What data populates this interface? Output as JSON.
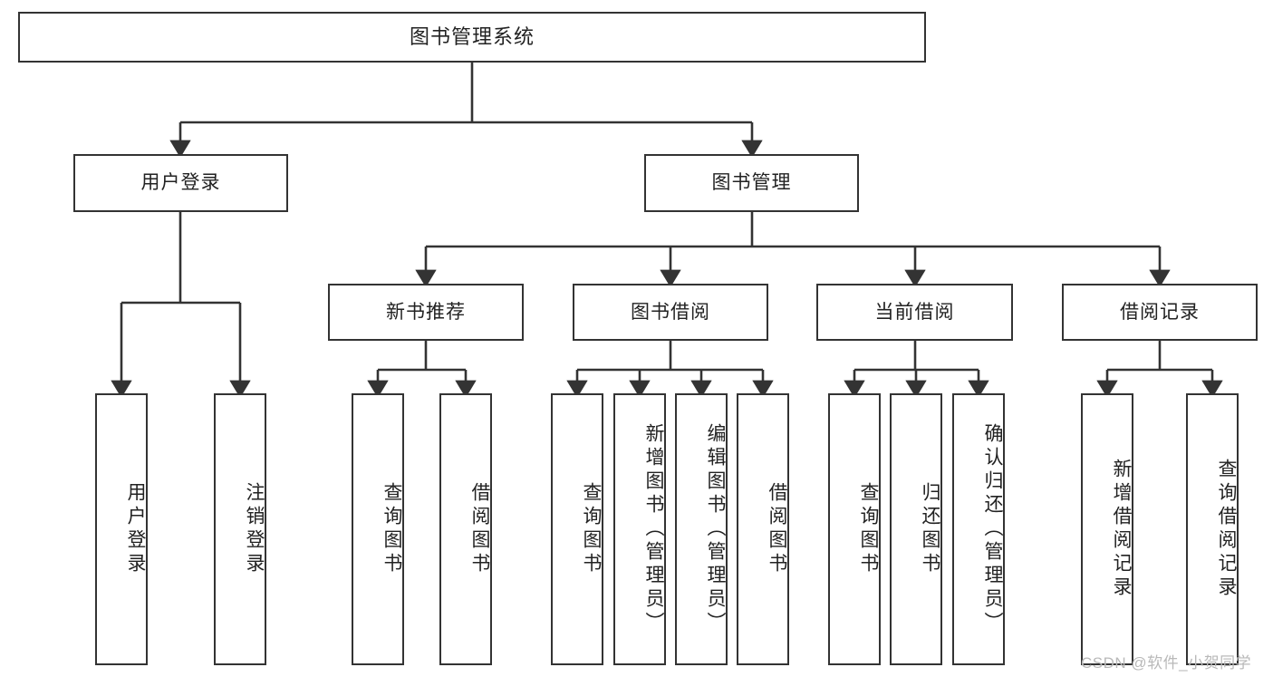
{
  "diagram": {
    "title": "图书管理系统",
    "type": "tree",
    "watermark": "CSDN @软件_小贺同学",
    "colors": {
      "box_border": "#333333",
      "box_fill": "#ffffff",
      "edge": "#333333",
      "text": "#222222",
      "watermark": "#b9b9b9",
      "background": "#ffffff"
    },
    "nodes": {
      "root": {
        "label": "图书管理系统"
      },
      "level1": [
        {
          "id": "user-login",
          "label": "用户登录"
        },
        {
          "id": "book-manage",
          "label": "图书管理"
        }
      ],
      "level2": [
        {
          "id": "new-book-recommend",
          "label": "新书推荐"
        },
        {
          "id": "book-borrow",
          "label": "图书借阅"
        },
        {
          "id": "current-borrow",
          "label": "当前借阅"
        },
        {
          "id": "borrow-record",
          "label": "借阅记录"
        }
      ],
      "leaves": {
        "user-login": [
          {
            "id": "leaf-user-login",
            "label": "用户登录"
          },
          {
            "id": "leaf-logout",
            "label": "注销登录"
          }
        ],
        "new-book-recommend": [
          {
            "id": "leaf-query-book-1",
            "label": "查询图书"
          },
          {
            "id": "leaf-borrow-book-1",
            "label": "借阅图书"
          }
        ],
        "book-borrow": [
          {
            "id": "leaf-query-book-2",
            "label": "查询图书"
          },
          {
            "id": "leaf-add-book",
            "label": "新增图书（管理员）"
          },
          {
            "id": "leaf-edit-book",
            "label": "编辑图书（管理员）"
          },
          {
            "id": "leaf-borrow-book-2",
            "label": "借阅图书"
          }
        ],
        "current-borrow": [
          {
            "id": "leaf-query-book-3",
            "label": "查询图书"
          },
          {
            "id": "leaf-return-book",
            "label": "归还图书"
          },
          {
            "id": "leaf-confirm-return",
            "label": "确认归还（管理员）"
          }
        ],
        "borrow-record": [
          {
            "id": "leaf-add-record",
            "label": "新增借阅记录"
          },
          {
            "id": "leaf-query-record",
            "label": "查询借阅记录"
          }
        ]
      }
    }
  }
}
